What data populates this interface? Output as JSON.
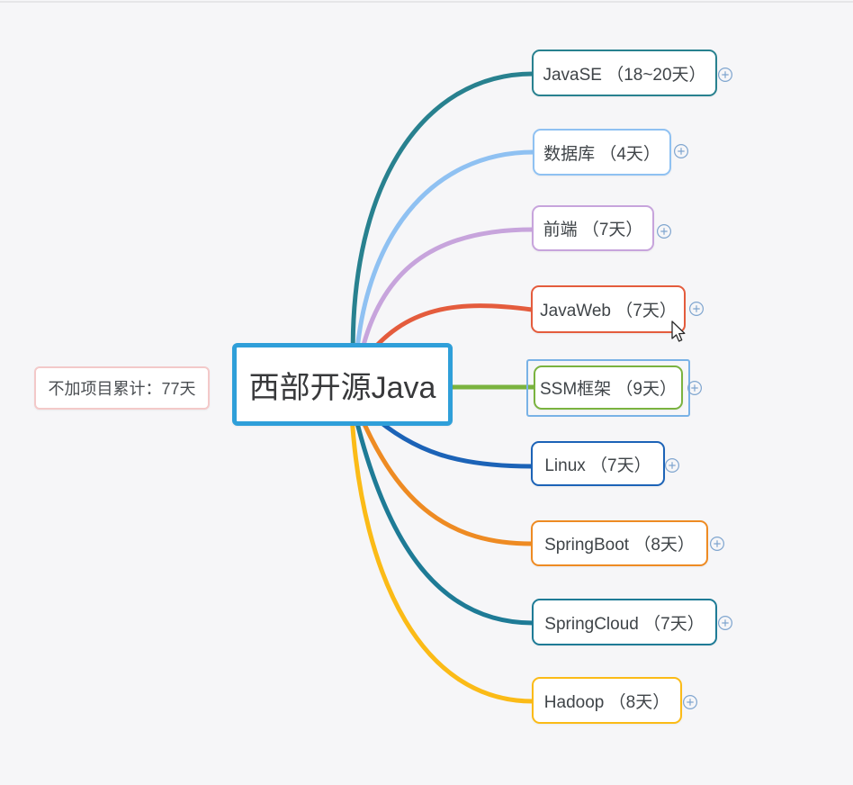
{
  "app": {
    "type": "mindmap-canvas",
    "background_color": "#f6f6f8"
  },
  "root": {
    "label": "西部开源Java",
    "border_color": "#2f9fd9"
  },
  "floating_note": {
    "label": "不加项目累计：77天",
    "border_color": "#f3c9c9"
  },
  "branches": [
    {
      "label": "JavaSE （18~20天）",
      "color": "#28818f",
      "selected": false
    },
    {
      "label": "数据库 （4天）",
      "color": "#8fc1f2",
      "selected": false
    },
    {
      "label": "前端 （7天）",
      "color": "#c7a4dc",
      "selected": false
    },
    {
      "label": "JavaWeb （7天）",
      "color": "#e45c3d",
      "selected": false
    },
    {
      "label": "SSM框架 （9天）",
      "color": "#7ab33f",
      "selected": true
    },
    {
      "label": "Linux （7天）",
      "color": "#1c63b7",
      "selected": false
    },
    {
      "label": "SpringBoot （8天）",
      "color": "#ee8b23",
      "selected": false
    },
    {
      "label": "SpringCloud （7天）",
      "color": "#1e7b96",
      "selected": false
    },
    {
      "label": "Hadoop （8天）",
      "color": "#fbbb17",
      "selected": false
    }
  ],
  "selection": {
    "outline_color": "#79b2e6",
    "selected_branch": "SSM框架 （9天）"
  },
  "icons": {
    "expand_icon_color": "#7fa5cf",
    "expand_icon_glyph": "⊕"
  }
}
